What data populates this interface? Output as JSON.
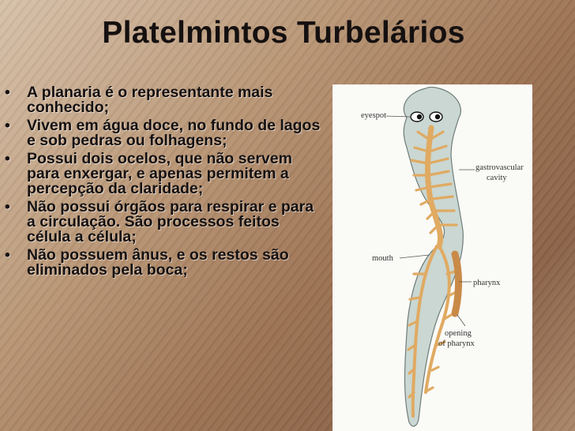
{
  "title": "Platelmintos Turbelários",
  "bullet_symbol": "•",
  "bullets": [
    "A planaria é o representante mais conhecido;",
    "Vivem em água doce, no fundo de lagos e sob pedras ou folhagens;",
    "Possui dois ocelos, que não servem para enxergar, e apenas permitem a percepção da claridade;",
    "Não possui órgãos para respirar e para a circulação. São processos feitos célula a célula;",
    "Não possuem ânus, e os restos são eliminados pela boca;"
  ],
  "figure": {
    "labels": {
      "eyespot": "eyespot",
      "gastro_1": "gastrovascular",
      "gastro_2": "cavity",
      "mouth": "mouth",
      "pharynx": "pharynx",
      "opening_1": "opening",
      "opening_2": "of pharynx"
    }
  }
}
